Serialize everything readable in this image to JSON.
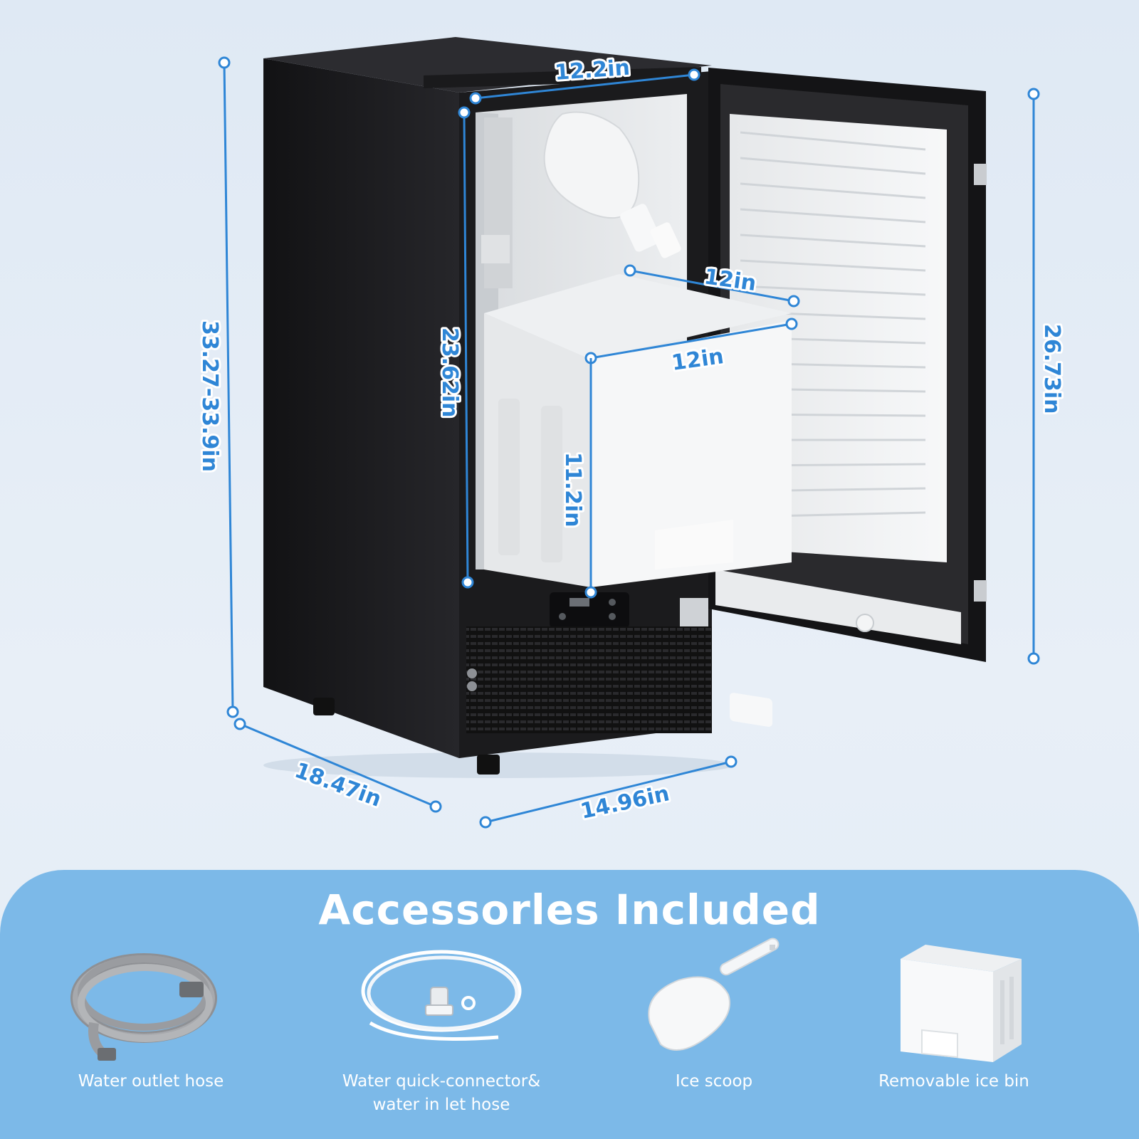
{
  "dimensions": {
    "height_total": "33.27-33.9in",
    "height_interior": "23.62in",
    "height_door": "26.73in",
    "top_width": "12.2in",
    "bin_depth": "12in",
    "bin_width": "12in",
    "bin_height": "11.2in",
    "depth": "18.47in",
    "width": "14.96in"
  },
  "accessories": {
    "title": "Accessorles Included",
    "items": [
      {
        "label": "Water outlet hose",
        "icon": "coiled-drain-hose-icon"
      },
      {
        "label": "Water quick-connector&",
        "label_line2": "water in let hose",
        "icon": "water-inlet-tube-icon"
      },
      {
        "label": "Ice scoop",
        "icon": "ice-scoop-icon"
      },
      {
        "label": "Removable ice bin",
        "icon": "ice-bin-icon"
      }
    ]
  },
  "colors": {
    "accent": "#2f86d6",
    "panel": "#7cb9e8",
    "cabinet": "#1c1c1e",
    "background": "#e2ebf5"
  }
}
